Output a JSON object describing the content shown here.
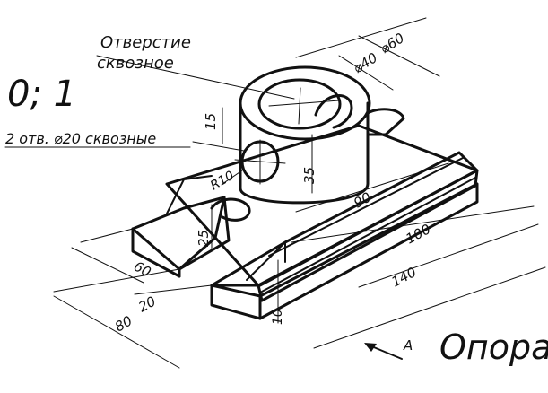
{
  "drawing": {
    "title": "Опора",
    "variant": "0; 1",
    "view_arrow": "A",
    "notes": {
      "through_hole": [
        "Отверстие",
        "сквозное"
      ],
      "side_holes": "2 отв. ⌀20 сквозные"
    },
    "dimensions": {
      "d60": "⌀60",
      "d40": "⌀40",
      "h15": "15",
      "h35": "35",
      "r10": "R10",
      "h25": "25",
      "w90": "90",
      "w100": "100",
      "w140": "140",
      "d60_depth": "60",
      "d20": "20",
      "d80": "80",
      "h10": "10"
    }
  }
}
